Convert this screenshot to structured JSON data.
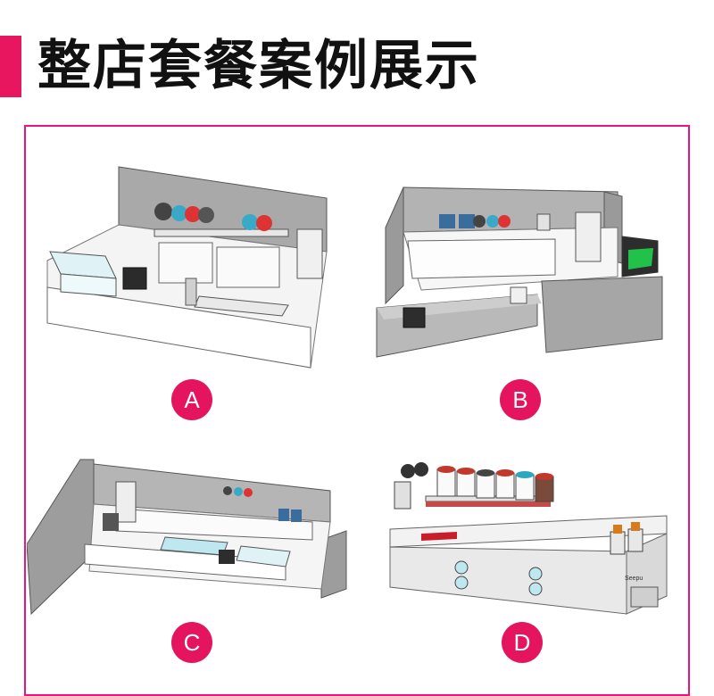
{
  "header": {
    "title": "整店套餐案例展示"
  },
  "cases": [
    {
      "label": "A"
    },
    {
      "label": "B"
    },
    {
      "label": "C"
    },
    {
      "label": "D"
    }
  ],
  "equipment_brand": "Seepu",
  "colors": {
    "accent": "#e8165f",
    "frame_border": "#e8167f",
    "badge": "#e4155e"
  }
}
